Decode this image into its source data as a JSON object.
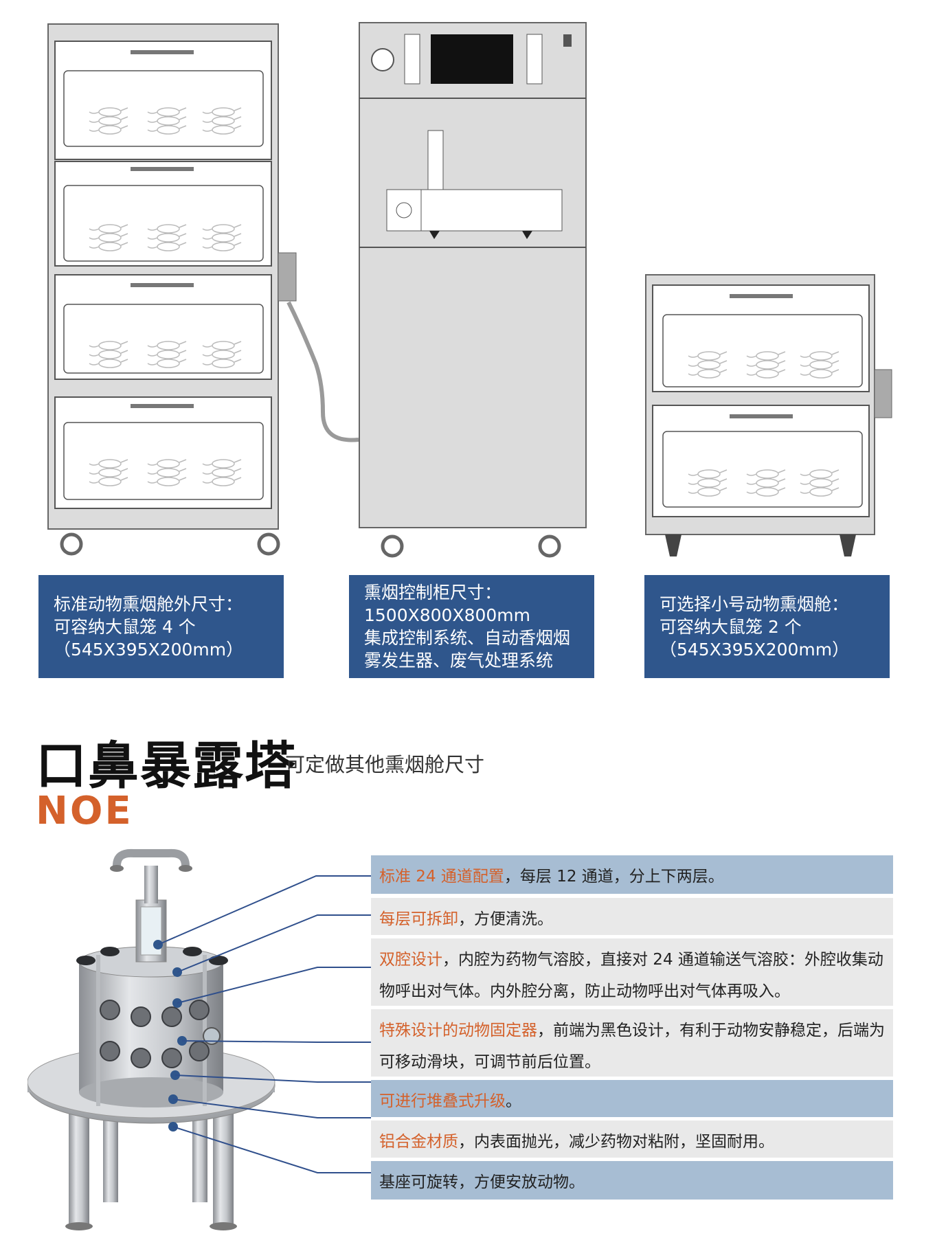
{
  "captions": {
    "standard_chamber": {
      "line1": "标准动物熏烟舱外尺寸：",
      "line2": "可容纳大鼠笼 4 个",
      "line3": "（545X395X200mm）"
    },
    "control_cabinet": {
      "line1": "熏烟控制柜尺寸：",
      "line2": "1500X800X800mm",
      "line3": "集成控制系统、自动香烟烟",
      "line4": "雾发生器、废气处理系统"
    },
    "small_chamber": {
      "line1": "可选择小号动物熏烟舱：",
      "line2": "可容纳大鼠笼 2 个",
      "line3": "（545X395X200mm）"
    }
  },
  "section": {
    "title": "口鼻暴露塔",
    "subtitle": "可定做其他熏烟舱尺寸",
    "code": "NOE"
  },
  "features": [
    {
      "highlight": "标准 24 通道配置",
      "text": "，每层 12 通道，分上下两层。"
    },
    {
      "highlight": "每层可拆卸",
      "text": "，方便清洗。"
    },
    {
      "highlight": "双腔设计",
      "text": "，内腔为药物气溶胶，直接对 24 通道输送气溶胶：外腔收集动物呼出对气体。内外腔分离，防止动物呼出对气体再吸入。"
    },
    {
      "highlight": "特殊设计的动物固定器",
      "text": "，前端为黑色设计，有利于动物安静稳定，后端为可移动滑块，可调节前后位置。"
    },
    {
      "highlight": "可进行堆叠式升级",
      "text": "。"
    },
    {
      "highlight": "铝合金材质",
      "text": "，内表面抛光，减少药物对粘附，坚固耐用。"
    },
    {
      "highlight": "",
      "text": "基座可旋转，方便安放动物。"
    }
  ],
  "colors": {
    "caption_bg": "#2f568c",
    "highlight": "#d4612b",
    "feature_blue": "#a7bdd3",
    "feature_gray": "#e9e9e9",
    "leader_line": "#2f4f8c"
  }
}
